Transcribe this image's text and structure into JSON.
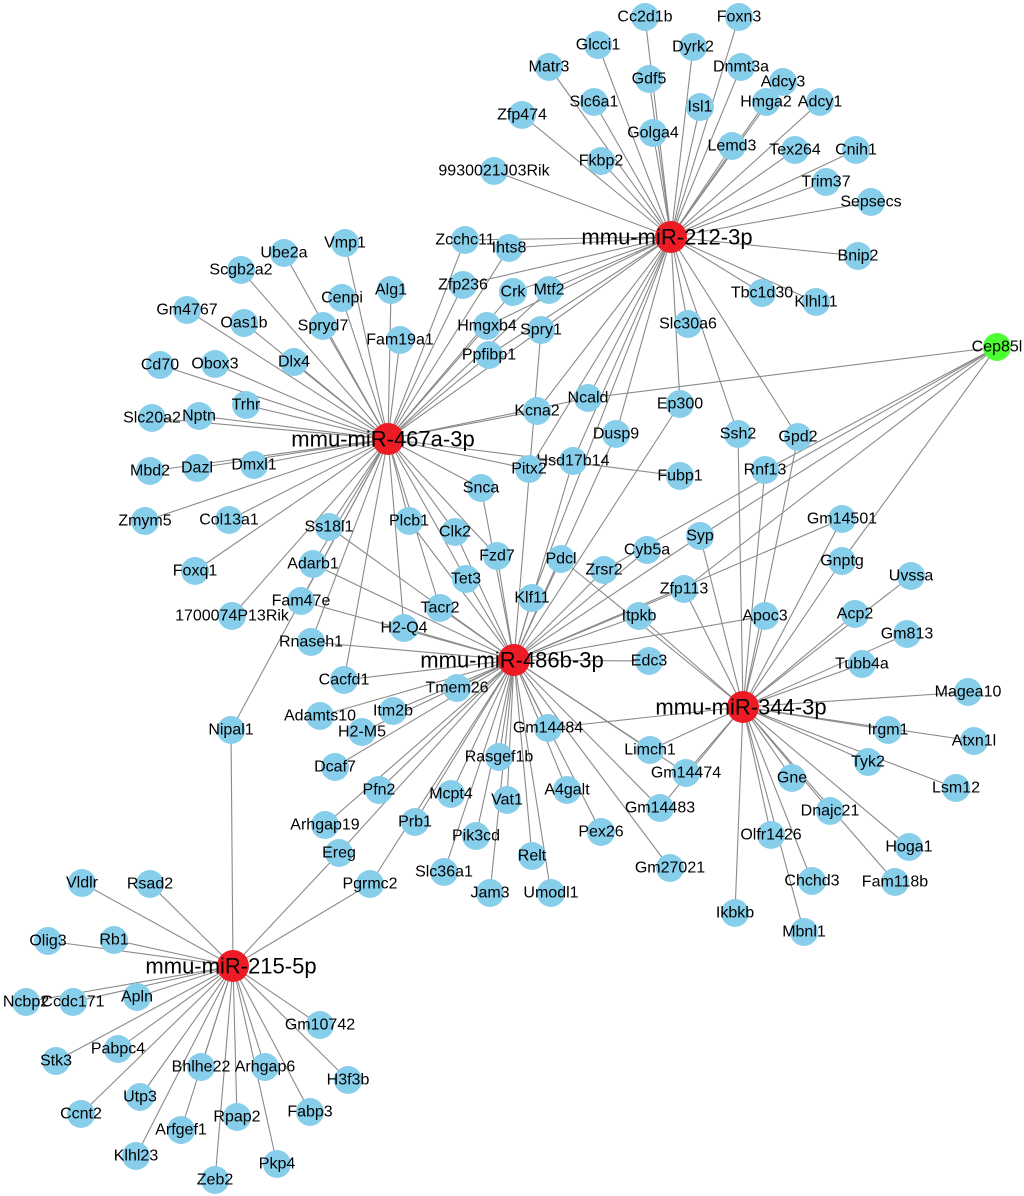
{
  "colors": {
    "mirna": "#ed1c24",
    "target": "#87ceeb",
    "hub": "#4cff33",
    "edge": "#8a8a8a"
  },
  "mirnas": [
    {
      "id": "m212",
      "label": "mmu-miR-212-3p"
    },
    {
      "id": "m467",
      "label": "mmu-miR-467a-3p"
    },
    {
      "id": "m486",
      "label": "mmu-miR-486b-3p"
    },
    {
      "id": "m344",
      "label": "mmu-miR-344-3p"
    },
    {
      "id": "m215",
      "label": "mmu-miR-215-5p"
    }
  ],
  "hub": {
    "id": "Cep85l",
    "label": "Cep85l"
  },
  "targets": {
    "m212": [
      "Cc2d1b",
      "Foxn3",
      "Glcci1",
      "Dyrk2",
      "Matr3",
      "Dnmt3a",
      "Adcy3",
      "Gdf5",
      "Slc6a1",
      "Isl1",
      "Hmga2",
      "Adcy1",
      "Zfp474",
      "Golga4",
      "Lemd3",
      "Tex264",
      "Cnih1",
      "Fkbp2",
      "9930021J03Rik",
      "Trim37",
      "Sepsecs",
      "Bnip2",
      "Tbc1d30",
      "Klhl11",
      "Slc30a6",
      "Ihts8",
      "Zcchc11",
      "Zfp236",
      "Crk",
      "Mtf2",
      "Hmgxb4",
      "Spry1",
      "Ppfibp1",
      "Kcna2",
      "Ncald",
      "Dusp9",
      "Ep300",
      "Ssh2",
      "Gpd2",
      "Hsd17b14",
      "Pitx2",
      "Klf11"
    ],
    "m467": [
      "Vmp1",
      "Ube2a",
      "Scgb2a2",
      "Alg1",
      "Cenpi",
      "Gm4767",
      "Oas1b",
      "Spryd7",
      "Fam19a1",
      "Cd70",
      "Obox3",
      "Dlx4",
      "Slc20a2",
      "Nptn",
      "Trhr",
      "Mbd2",
      "Dazl",
      "Dmxl1",
      "Zmym5",
      "Col13a1",
      "Foxq1",
      "1700074P13Rik",
      "Ss18l1",
      "Adarb1",
      "Fam47e",
      "Rnaseh1",
      "Cacfd1",
      "Plcb1",
      "Clk2",
      "Fzd7",
      "Tet3",
      "Tacr2",
      "H2-Q4",
      "Snca",
      "Fubp1",
      "Ncald",
      "Kcna2",
      "Ppfibp1",
      "Hmgxb4",
      "Zfp236",
      "Ihts8",
      "Zcchc11",
      "Crk",
      "Mtf2",
      "Spry1",
      "Pitx2",
      "Nipal1"
    ],
    "m486": [
      "Adarb1",
      "Fam47e",
      "H2-Q4",
      "Rnaseh1",
      "Tacr2",
      "Tet3",
      "Fzd7",
      "Klf11",
      "Pdcl",
      "Zrsr2",
      "Cyb5a",
      "Syp",
      "Zfp113",
      "Itpkb",
      "Edc3",
      "Snca",
      "Hsd17b14",
      "Dusp9",
      "Tmem26",
      "Itm2b",
      "Adamts10",
      "H2-M5",
      "Dcaf7",
      "Gm14484",
      "Rasgef1b",
      "Limch1",
      "Gm14474",
      "A4galt",
      "Gm14483",
      "Pex26",
      "Gm27021",
      "Mcpt4",
      "Vat1",
      "Pik3cd",
      "Relt",
      "Jam3",
      "Umodl1",
      "Slc36a1",
      "Prb1",
      "Pfn2",
      "Arhgap19",
      "Ereg",
      "Pgrmc2",
      "Cacfd1",
      "Clk2",
      "Plcb1",
      "Spry1",
      "Ep300",
      "Ss18l1",
      "Gm14501",
      "Apoc3"
    ],
    "m344": [
      "Gm14501",
      "Gnptg",
      "Uvssa",
      "Acp2",
      "Gm813",
      "Tubb4a",
      "Magea10",
      "Irgm1",
      "Atxn1l",
      "Tyk2",
      "Lsm12",
      "Hoga1",
      "Gne",
      "Dnajc21",
      "Fam118b",
      "Olfr1426",
      "Chchd3",
      "Mbnl1",
      "Ikbkb",
      "Limch1",
      "Gm14474",
      "Gm14483",
      "Gm14484",
      "Apoc3",
      "Zfp113",
      "Itpkb",
      "Rnf13",
      "Ssh2",
      "Gpd2",
      "Pdcl",
      "Syp"
    ],
    "m215": [
      "Vldlr",
      "Rsad2",
      "Olig3",
      "Rb1",
      "Ncbp2",
      "Ccdc171",
      "Apln",
      "Stk3",
      "Pabpc4",
      "Gm10742",
      "Bhlhe22",
      "Arhgap6",
      "H3f3b",
      "Ccnt2",
      "Utp3",
      "Fabp3",
      "Arfgef1",
      "Rpap2",
      "Klhl23",
      "Zeb2",
      "Pkp4",
      "Ereg",
      "Pgrmc2",
      "Nipal1"
    ],
    "Cep85l": [
      "Ncald",
      "Syp",
      "Zrsr2",
      "Rnf13",
      "Gnptg",
      "Zfp113"
    ]
  }
}
